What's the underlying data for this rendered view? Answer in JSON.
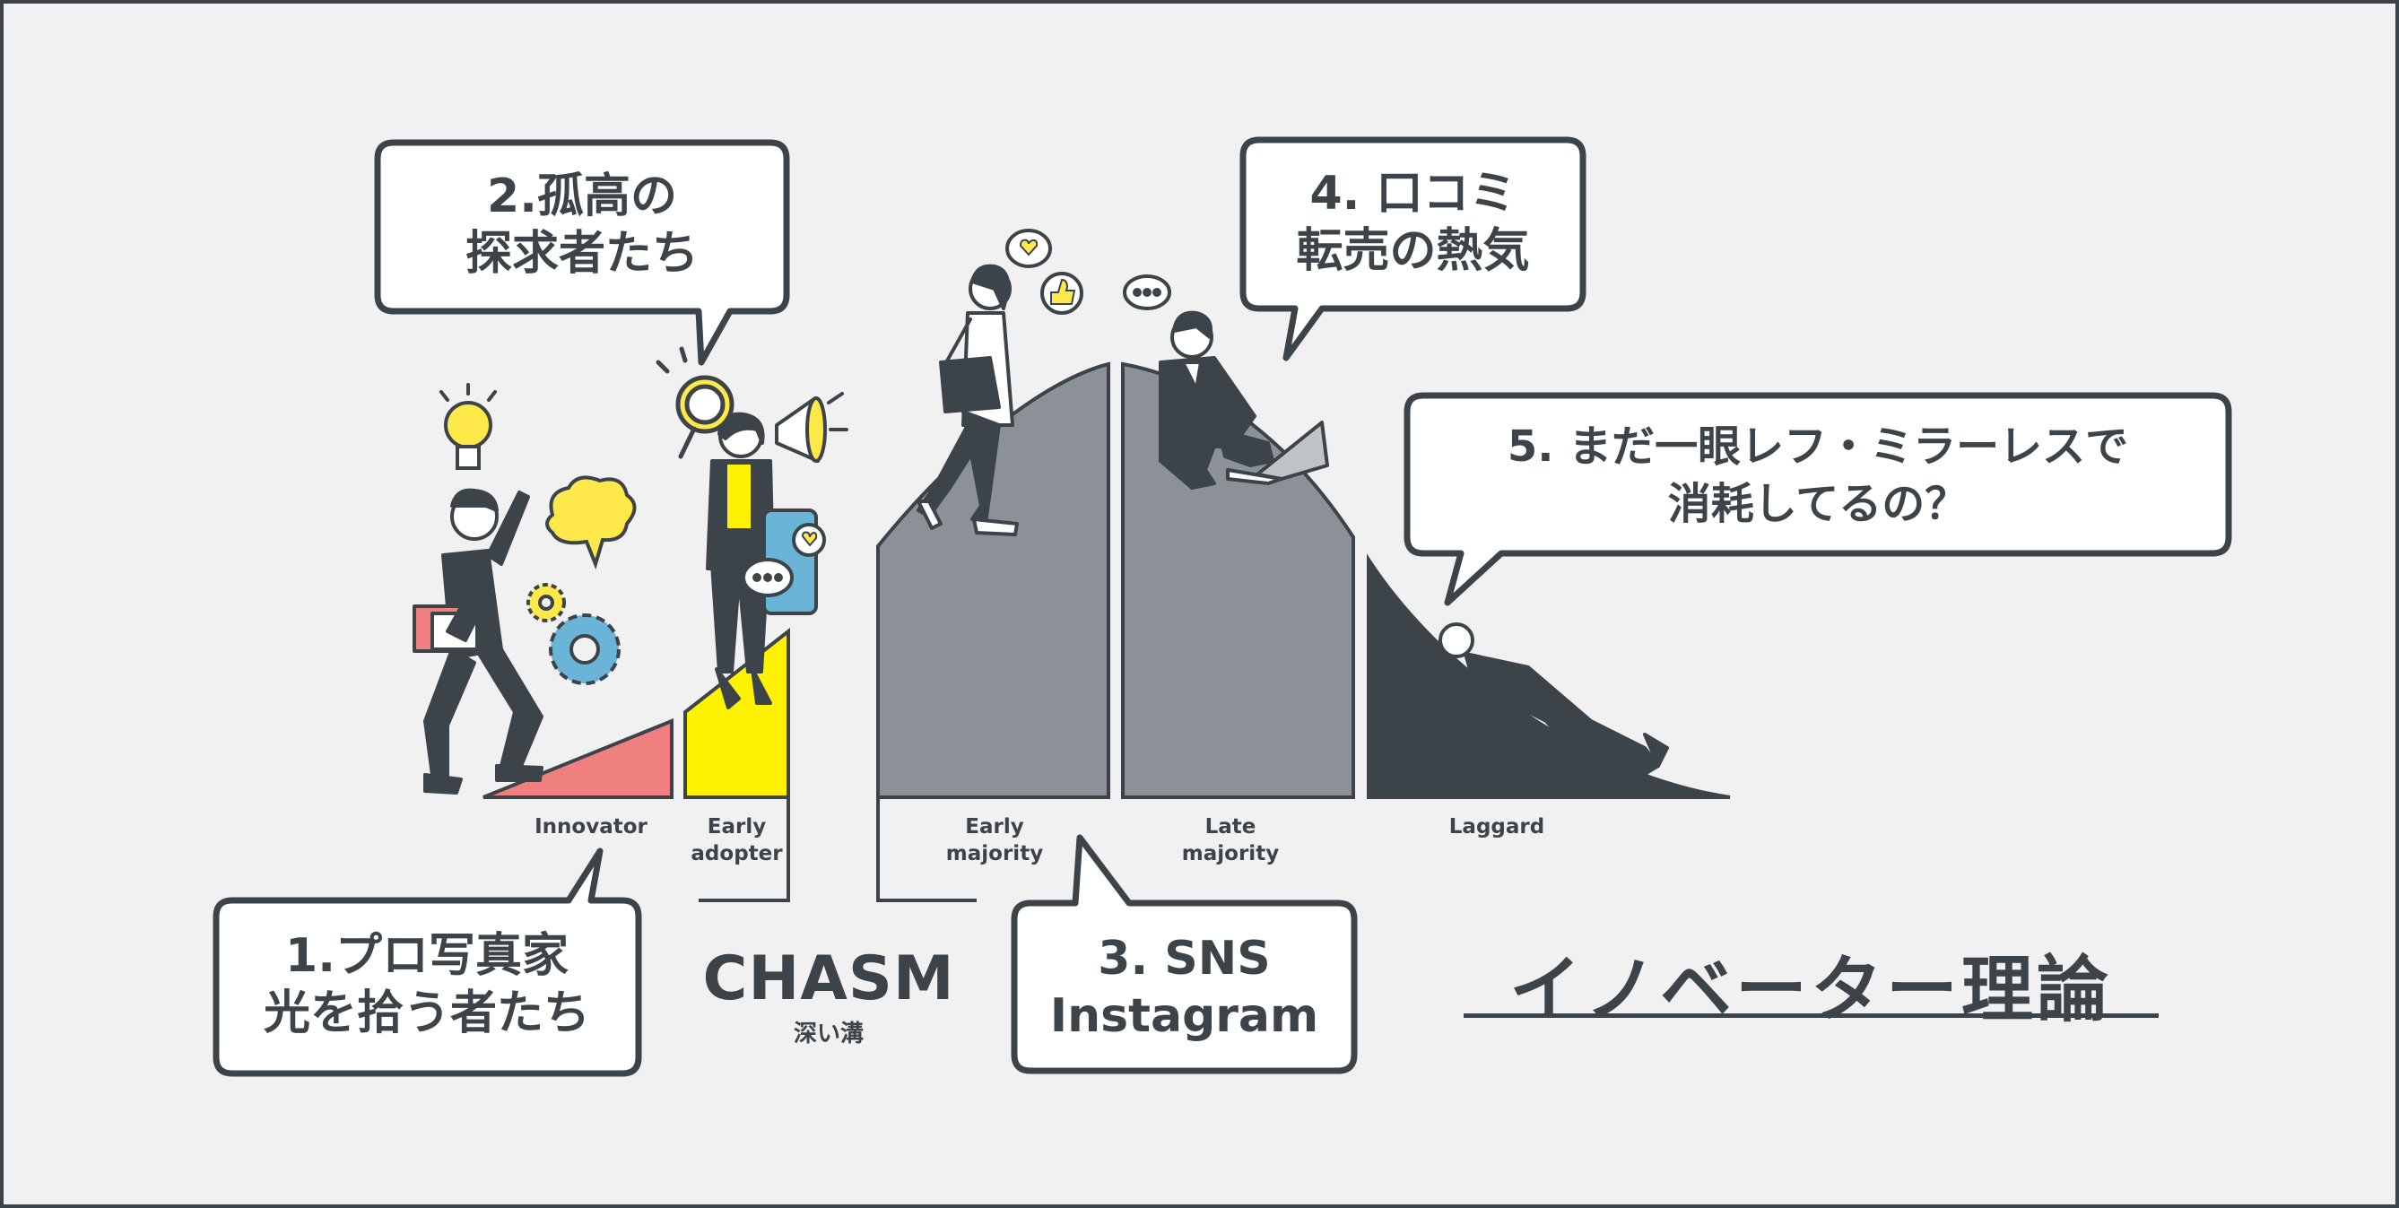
{
  "bubbles": {
    "b1": {
      "line1": "1.プロ写真家",
      "line2": "光を拾う者たち"
    },
    "b2": {
      "line1": "2.孤高の",
      "line2": "探求者たち"
    },
    "b3": {
      "line1": "3. SNS",
      "line2": "Instagram"
    },
    "b4": {
      "line1": "4. 口コミ",
      "line2": "転売の熱気"
    },
    "b5": {
      "line1": "5. まだ一眼レフ・ミラーレスで",
      "line2": "消耗してるの？"
    }
  },
  "segments": {
    "innovator": "Innovator",
    "early_adopter_1": "Early",
    "early_adopter_2": "adopter",
    "early_majority_1": "Early",
    "early_majority_2": "majority",
    "late_majority_1": "Late",
    "late_majority_2": "majority",
    "laggard": "Laggard"
  },
  "chasm": {
    "title": "CHASM",
    "subtitle": "深い溝"
  },
  "heading": "イノベーター理論",
  "colors": {
    "ink": "#3d4449",
    "innovator": "#f08080",
    "early_adopter": "#fff200",
    "majority": "#8b9196",
    "laggard": "#3d4449",
    "accent_blue": "#6ab4d8",
    "accent_yellow": "#ffe94a"
  },
  "icons": [
    "lightbulb-icon",
    "brain-icon",
    "gear-icon",
    "magnifier-icon",
    "megaphone-icon",
    "smartphone-icon",
    "heart-icon",
    "chat-dots-icon",
    "thumbs-up-icon",
    "laptop-icon"
  ]
}
